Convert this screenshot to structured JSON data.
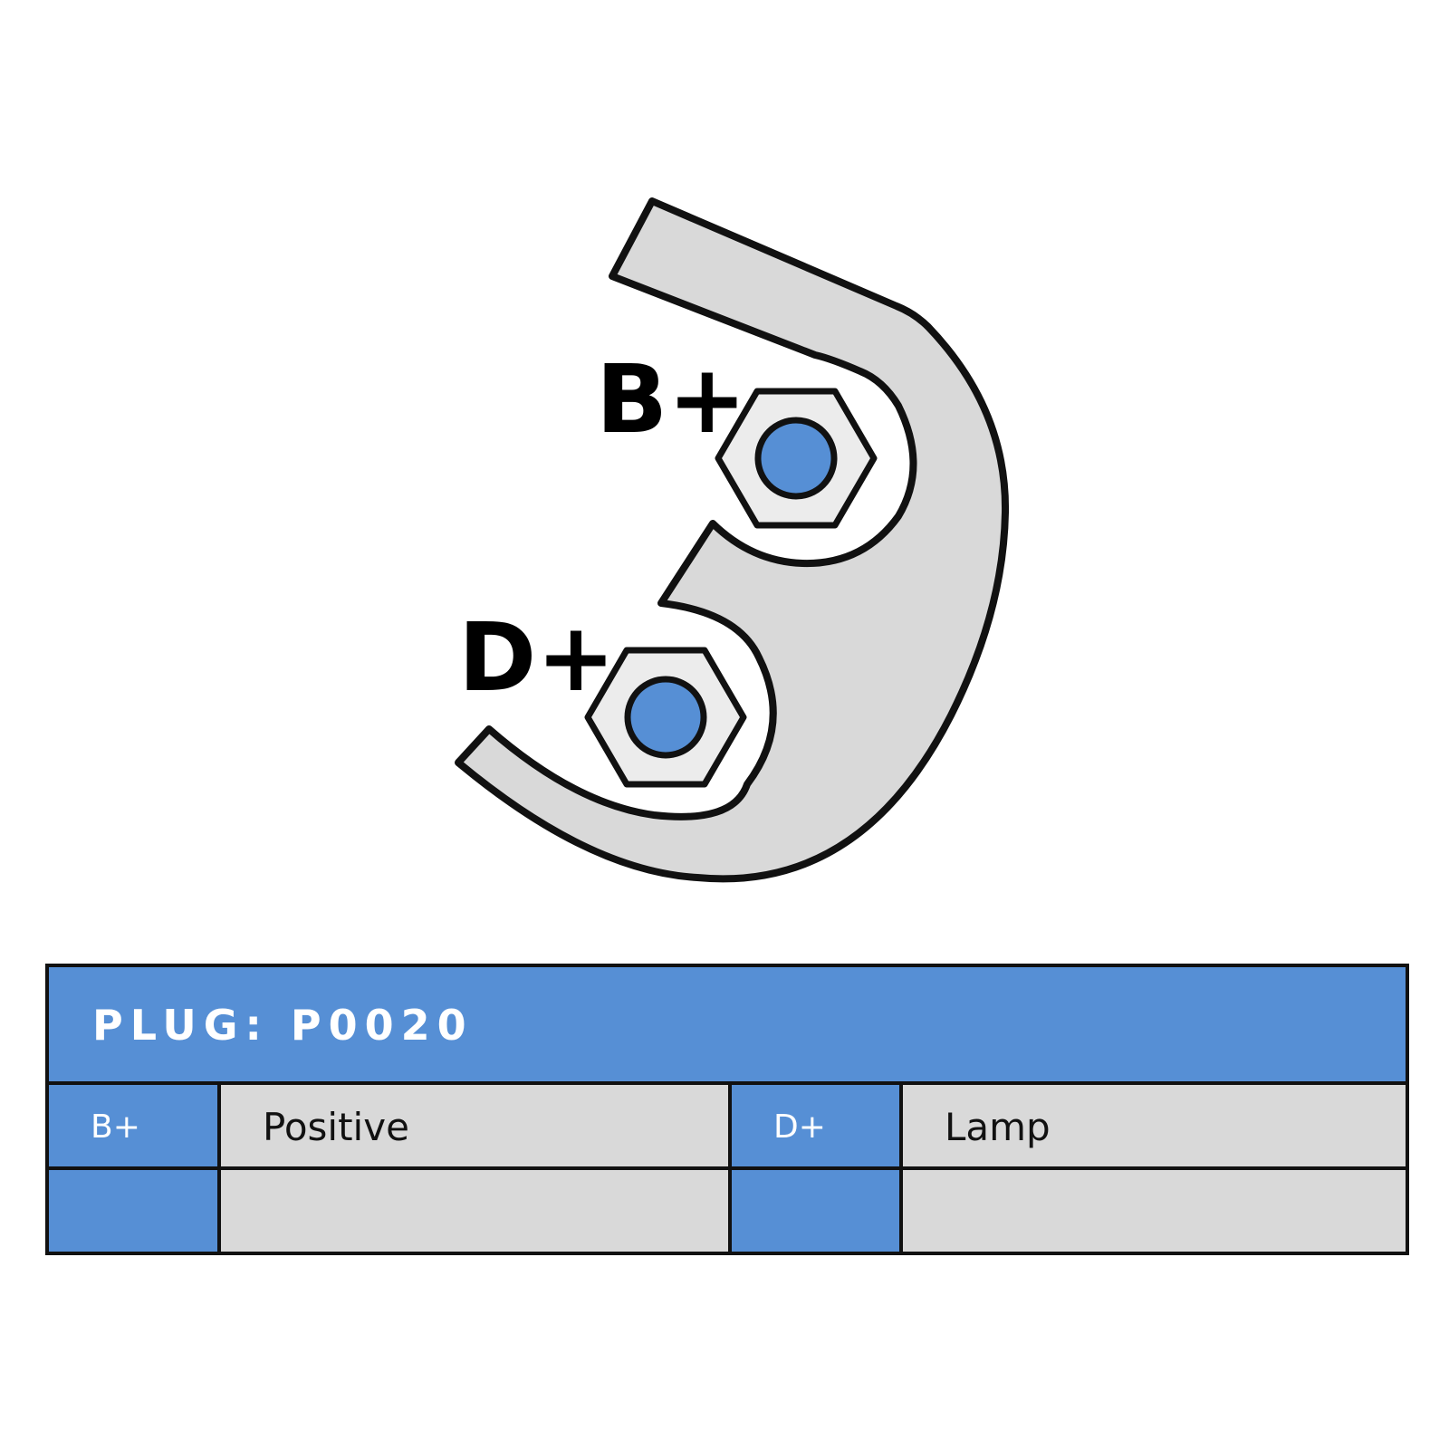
{
  "diagram": {
    "terminals": [
      {
        "label": "B+"
      },
      {
        "label": "D+"
      }
    ]
  },
  "table": {
    "title": "PLUG: P0020",
    "rows": [
      [
        {
          "code": "B+",
          "description": "Positive"
        },
        {
          "code": "D+",
          "description": "Lamp"
        }
      ],
      [
        {
          "code": "",
          "description": ""
        },
        {
          "code": "",
          "description": ""
        }
      ]
    ]
  },
  "colors": {
    "accent_blue": "#568fd5",
    "plug_body": "#d9d9d9",
    "nut": "#ececec",
    "outline": "#111111"
  }
}
